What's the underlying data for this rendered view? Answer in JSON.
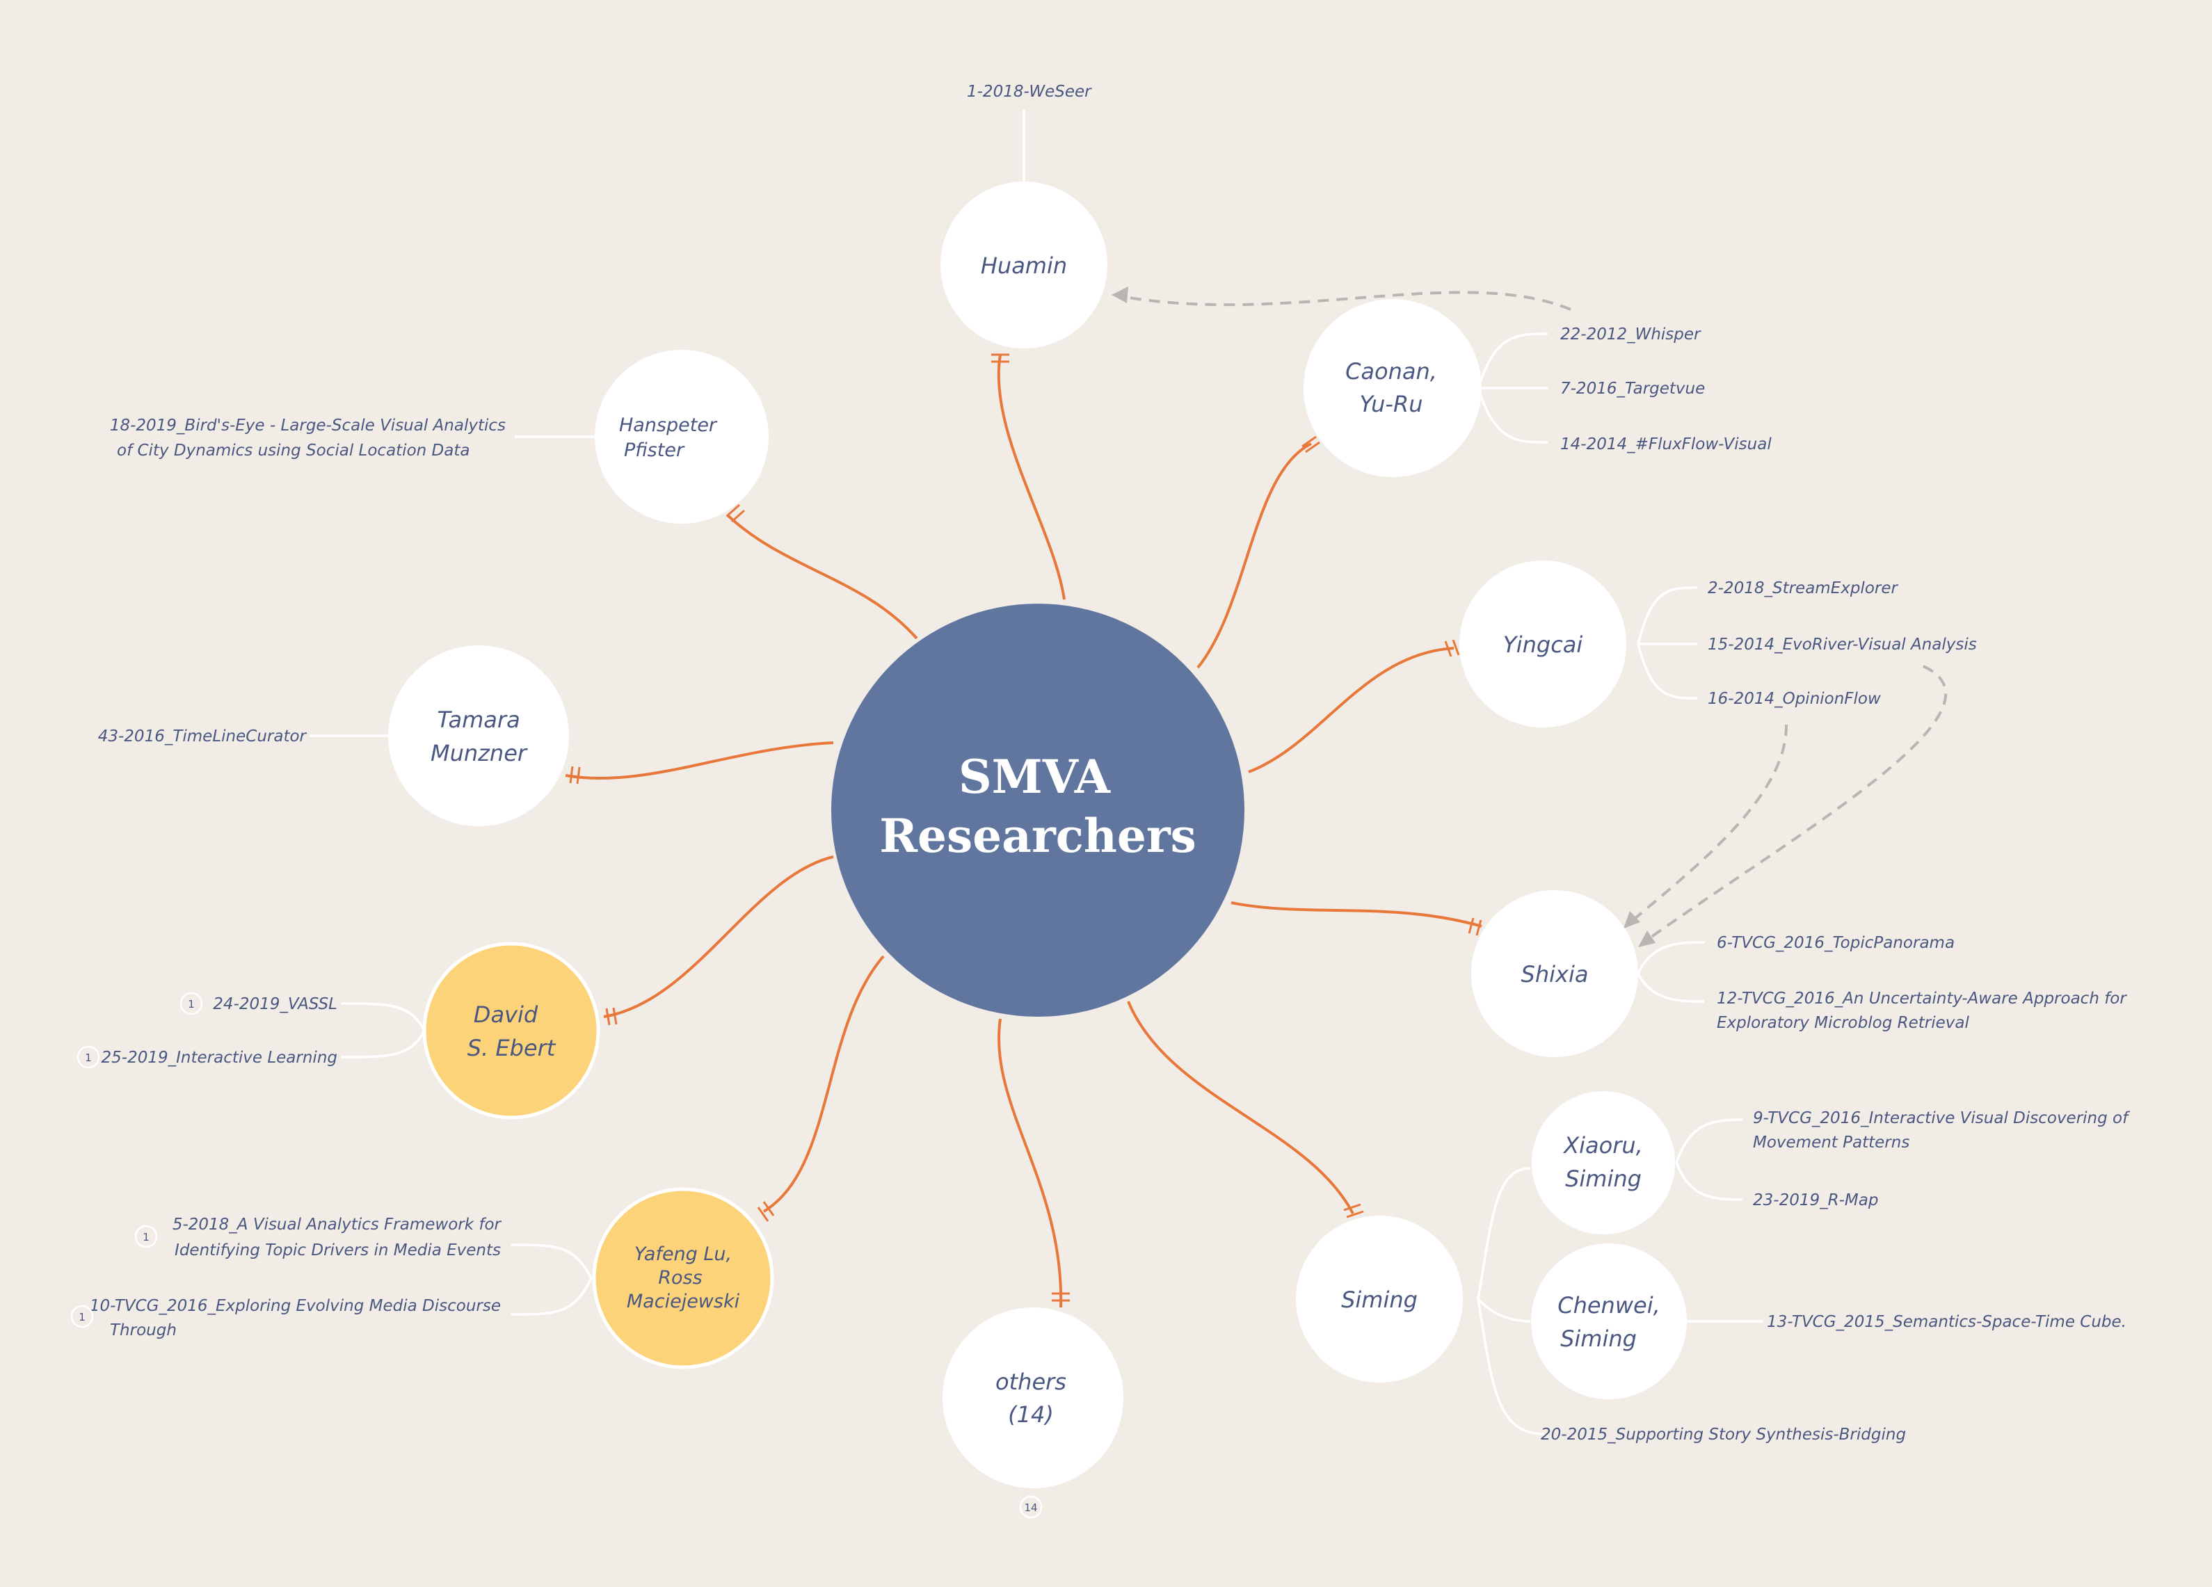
{
  "colors": {
    "background": "#f1ece6",
    "center": "#61769f",
    "node": "#ffffff",
    "highlight": "#fdd37a",
    "branch": "#e8783a",
    "text": "#4a5780",
    "relationship": "#b9b6b2"
  },
  "center": {
    "line1": "SMVA",
    "line2": "Researchers"
  },
  "nodes": {
    "huamin": {
      "lines": [
        "Huamin"
      ],
      "leaves": [
        "1-2018-WeSeer"
      ]
    },
    "caonan": {
      "lines": [
        "Caonan,",
        "Yu-Ru"
      ],
      "leaves": [
        "22-2012_Whisper",
        "7-2016_Targetvue",
        "14-2014_#FluxFlow-Visual"
      ]
    },
    "yingcai": {
      "lines": [
        "Yingcai"
      ],
      "leaves": [
        "2-2018_StreamExplorer",
        "15-2014_EvoRiver-Visual Analysis",
        "16-2014_OpinionFlow"
      ]
    },
    "shixia": {
      "lines": [
        "Shixia"
      ],
      "leaves": [
        "6-TVCG_2016_TopicPanorama",
        "12-TVCG_2016_An Uncertainty-Aware Approach for",
        "Exploratory Microblog Retrieval"
      ]
    },
    "siming": {
      "lines": [
        "Siming"
      ],
      "leaves": [
        "20-2015_Supporting Story Synthesis-Bridging"
      ]
    },
    "xiaoru": {
      "lines": [
        "Xiaoru,",
        "Siming"
      ],
      "leaves": [
        "9-TVCG_2016_Interactive Visual Discovering of",
        "Movement Patterns",
        "23-2019_R-Map"
      ]
    },
    "chenwei": {
      "lines": [
        "Chenwei,",
        "Siming"
      ],
      "leaves": [
        "13-TVCG_2015_Semantics-Space-Time Cube."
      ]
    },
    "others": {
      "lines": [
        "others",
        "(14)"
      ],
      "badge": "14"
    },
    "yafeng": {
      "lines": [
        "Yafeng Lu,",
        "Ross",
        "Maciejewski"
      ],
      "leaves": [
        "5-2018_A Visual Analytics Framework for",
        "Identifying Topic Drivers in Media Events",
        "10-TVCG_2016_Exploring Evolving Media Discourse",
        "Through"
      ],
      "badges": [
        "1",
        "1"
      ]
    },
    "david": {
      "lines": [
        "David",
        "S. Ebert"
      ],
      "leaves": [
        "24-2019_VASSL",
        "25-2019_Interactive Learning"
      ],
      "badges": [
        "1",
        "1"
      ]
    },
    "tamara": {
      "lines": [
        "Tamara",
        "Munzner"
      ],
      "leaves": [
        "43-2016_TimeLineCurator"
      ]
    },
    "hanspeter": {
      "lines": [
        "Hanspeter",
        "Pfister"
      ],
      "leaves": [
        "18-2019_Bird's-Eye - Large-Scale Visual Analytics",
        "of City Dynamics using Social Location Data"
      ]
    }
  }
}
